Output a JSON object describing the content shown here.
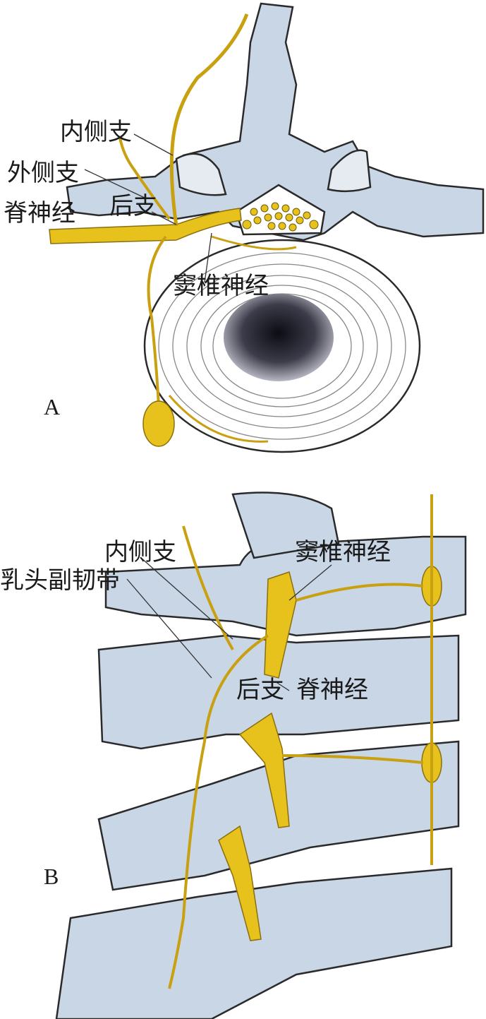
{
  "panel_a": {
    "letter": "A",
    "labels": {
      "medial_branch": "内侧支",
      "lateral_branch": "外侧支",
      "spinal_nerve": "脊神经",
      "posterior_branch": "后支",
      "sinuvertebral_nerve": "窦椎神经"
    }
  },
  "panel_b": {
    "letter": "B",
    "labels": {
      "medial_branch": "内侧支",
      "mamillo_accessory_ligament": "乳头副韧带",
      "sinuvertebral_nerve": "窦椎神经",
      "posterior_branch": "后支",
      "spinal_nerve": "脊神经"
    }
  },
  "colors": {
    "bone": "#c9d6e6",
    "nerve": "#e8c21c",
    "outline": "#2a2a2a"
  }
}
